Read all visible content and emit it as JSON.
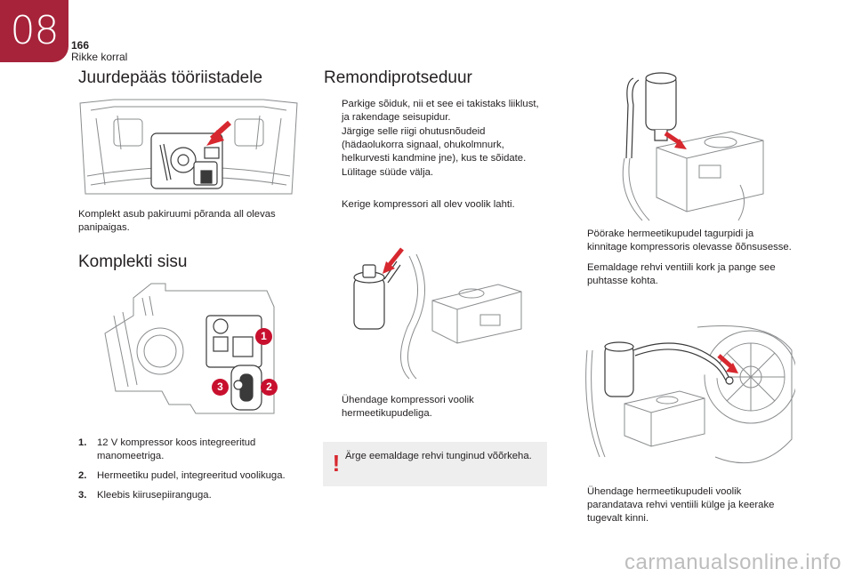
{
  "header": {
    "chapter": "08",
    "page_number": "166",
    "running_title": "Rikke korral"
  },
  "colors": {
    "accent": "#a6233a",
    "badge": "#c8102e",
    "warning": "#d7282f"
  },
  "left": {
    "heading1": "Juurdepääs tööriistadele",
    "intro": "Komplekt asub pakiruumi põranda all olevas panipaigas.",
    "heading2": "Komplekti sisu",
    "badges": [
      "1",
      "2",
      "3"
    ],
    "items": [
      {
        "num": "1.",
        "text": "12 V kompressor koos integreeritud manomeetriga."
      },
      {
        "num": "2.",
        "text": "Hermeetiku pudel, integreeritud voolikuga."
      },
      {
        "num": "3.",
        "text": "Kleebis kiirusepiiranguga."
      }
    ]
  },
  "middle": {
    "heading": "Remondiprotseduur",
    "steps_a": [
      "Parkige sõiduk, nii et see ei takistaks liiklust, ja rakendage seisupidur.",
      "Järgige selle riigi ohutusnõudeid (hädaolukorra signaal, ohukolmnurk, helkurvesti kandmine jne), kus te sõidate.",
      "Lülitage süüde välja."
    ],
    "step_b": "Kerige kompressori all olev voolik lahti.",
    "step_c": "Ühendage kompressori voolik hermeetikupudeliga.",
    "warning": "Ärge eemaldage rehvi tunginud võõrkeha."
  },
  "right": {
    "steps_a": [
      "Pöörake hermeetikupudel tagurpidi ja kinnitage kompressoris olevasse õõnsusesse.",
      "Eemaldage rehvi ventiili kork ja pange see puhtasse kohta."
    ],
    "step_b": "Ühendage hermeetikupudeli voolik parandatava rehvi ventiili külge ja keerake tugevalt kinni."
  },
  "bullet_symbol": "",
  "warning_symbol": "!",
  "watermark": "carmanualsonline.info"
}
